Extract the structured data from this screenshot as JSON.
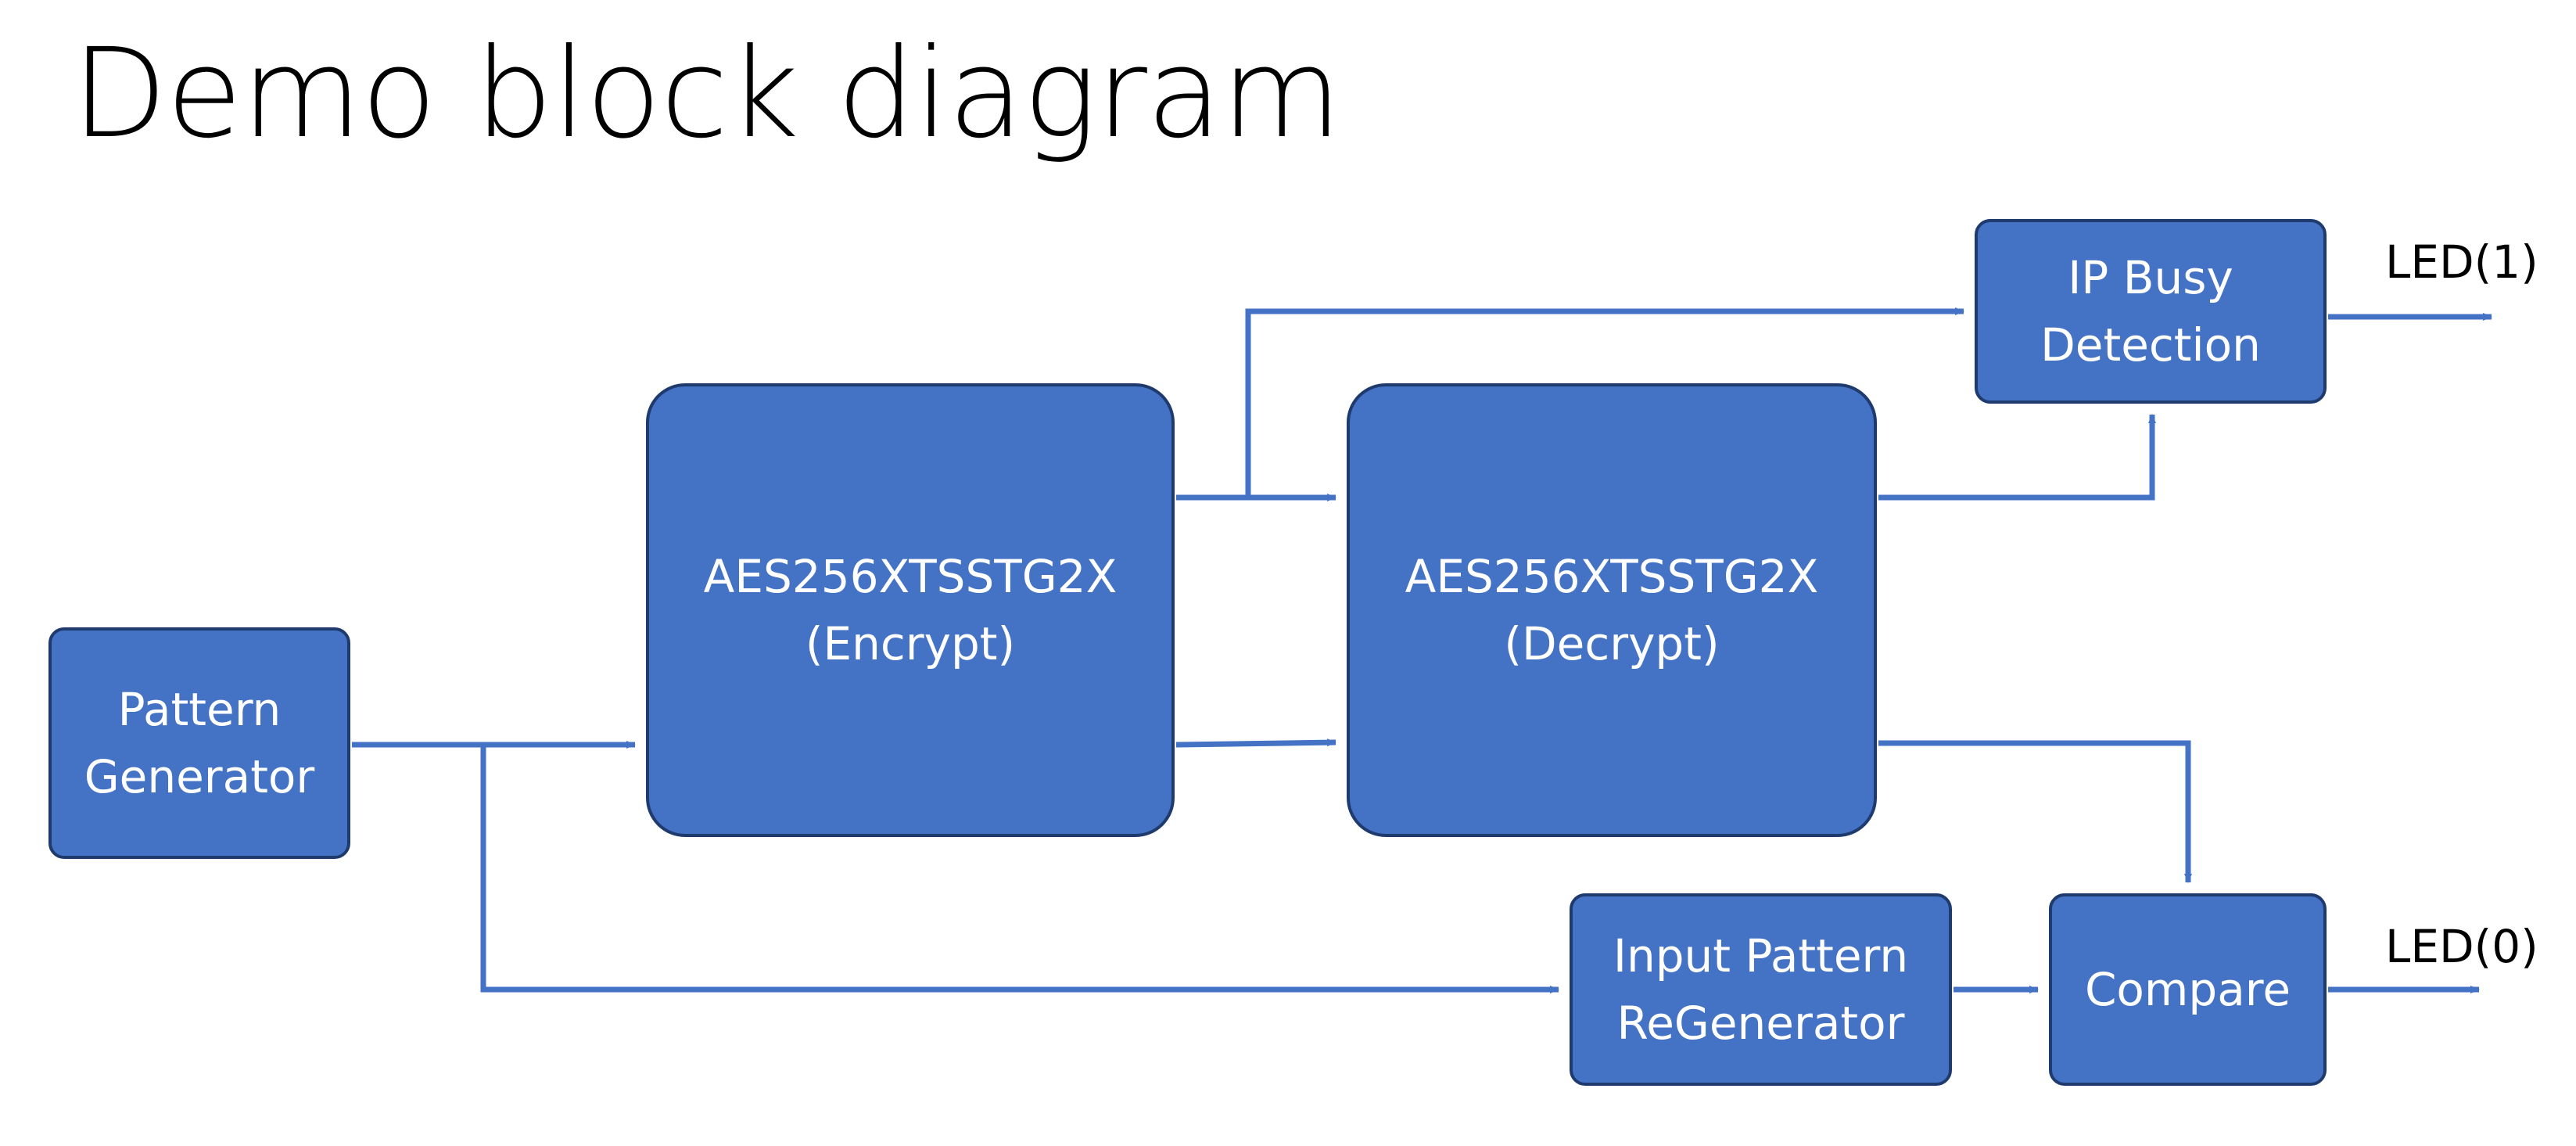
{
  "slide": {
    "title": "Demo block diagram"
  },
  "blocks": {
    "pattern_generator": {
      "line1": "Pattern",
      "line2": "Generator"
    },
    "aes_encrypt": {
      "line1": "AES256XTSSTG2X",
      "line2": "(Encrypt)"
    },
    "aes_decrypt": {
      "line1": "AES256XTSSTG2X",
      "line2": "(Decrypt)"
    },
    "ip_busy_detection": {
      "line1": "IP Busy",
      "line2": "Detection"
    },
    "input_pattern_regenerator": {
      "line1": "Input Pattern",
      "line2": "ReGenerator"
    },
    "compare": {
      "line1": "Compare"
    }
  },
  "outputs": {
    "led1": "LED(1)",
    "led0": "LED(0)"
  },
  "colors": {
    "block_fill": "#4472c4",
    "block_border": "#1f3b6e",
    "connector": "#4472c4",
    "block_text": "#ffffff"
  }
}
